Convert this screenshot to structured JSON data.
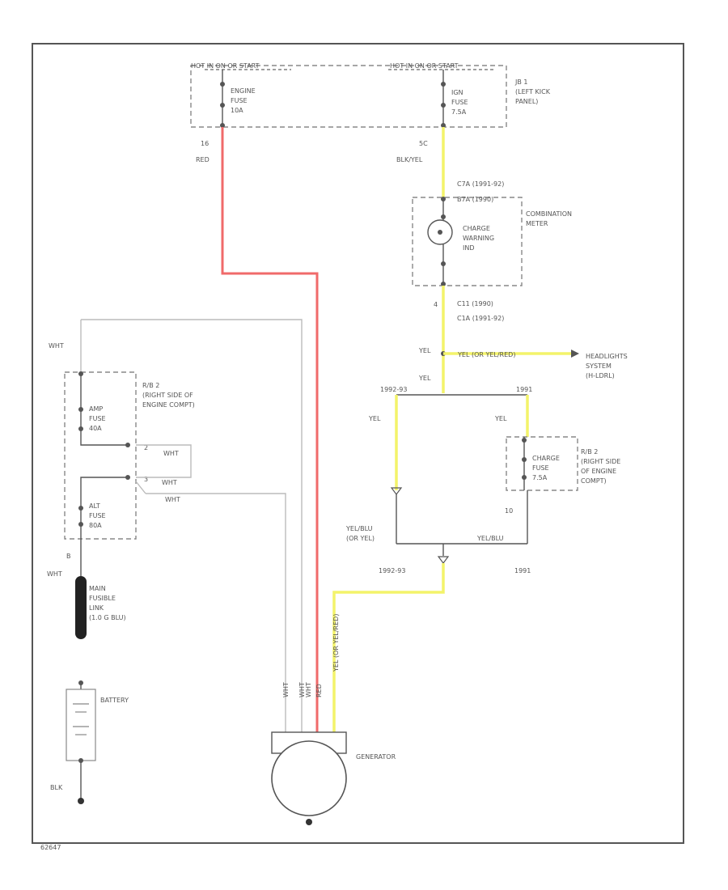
{
  "diagram": {
    "top_left_bar": "HOT IN ON OR START",
    "top_right_bar": "HOT IN ON OR START",
    "engine_fuse": [
      "ENGINE",
      "FUSE",
      "10A"
    ],
    "ign_fuse": [
      "IGN",
      "FUSE",
      "7.5A"
    ],
    "jb1": [
      "JB 1",
      "(LEFT KICK",
      "PANEL)"
    ],
    "engine_fuse_pin": "16",
    "engine_fuse_wire": "RED",
    "ign_fuse_pin": "5C",
    "ign_fuse_wire": "BLK/YEL",
    "meter_pins": [
      "C7A (1991-92)",
      "B7A (1990)"
    ],
    "combination_meter": [
      "COMBINATION",
      "METER"
    ],
    "charge_lamp": [
      "CHARGE",
      "WARNING",
      "IND"
    ],
    "meter_out_pins": [
      "C11 (1990)",
      "C1A (1991-92)"
    ],
    "meter_out_pin_num": "4",
    "yel_1": "YEL",
    "yel_or_yelred": "YEL (OR YEL/RED)",
    "headlight_system": [
      "HEADLIGHTS",
      "SYSTEM",
      "(H-LDRL)"
    ],
    "yel_2": "YEL",
    "yel_split_left": "1992-93",
    "yel_split_right": "1991",
    "yel_left": "YEL",
    "yel_right": "YEL",
    "rb2_charge": [
      "R/B 2",
      "(RIGHT SIDE",
      "OF ENGINE",
      "COMPT)"
    ],
    "charge_fuse": [
      "CHARGE",
      "FUSE",
      "7.5A"
    ],
    "charge_pin": "10",
    "yelblu_left": [
      "YEL/BLU",
      "(OR YEL)"
    ],
    "yelblu_right": "YEL/BLU",
    "junction_left": "1992-93",
    "junction_right": "1991",
    "wht_top": "WHT",
    "rb2_main": [
      "R/B 2",
      "(RIGHT SIDE OF",
      "ENGINE COMPT)"
    ],
    "amp_fuse": [
      "AMP",
      "FUSE",
      "40A"
    ],
    "alt_fuse": [
      "ALT",
      "FUSE",
      "80A"
    ],
    "pin_2": "2",
    "pin_3": "3",
    "wht_loop": "WHT",
    "wht_mid": "WHT",
    "wht_mid2": "WHT",
    "pin_b": "B",
    "wht_link": "WHT",
    "fusible_link": [
      "MAIN",
      "FUSIBLE",
      "LINK",
      "(1.0 G BLU)"
    ],
    "battery": "BATTERY",
    "blk": "BLK",
    "generator": "GENERATOR",
    "gen_wires": [
      "WHT",
      "WHT",
      "WHT",
      "RED",
      "YEL (OR YEL/RED)"
    ],
    "figure_id": "62647"
  },
  "colors": {
    "red_wire": "#f06a6a",
    "yellow_wire": "#f3f36a",
    "line": "#555555"
  }
}
